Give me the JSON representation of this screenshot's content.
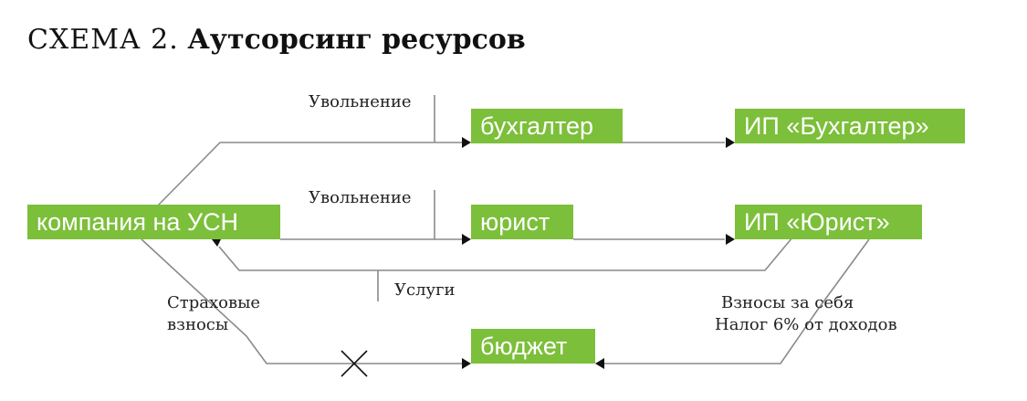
{
  "title": {
    "prefix": "СХЕМА 2.",
    "main": "Аутсорсинг ресурсов"
  },
  "nodes": {
    "company": "компания на УСН",
    "accountant": "бухгалтер",
    "ip_accountant": "ИП «Бухгалтер»",
    "lawyer": "юрист",
    "ip_lawyer": "ИП «Юрист»",
    "budget": "бюджет"
  },
  "labels": {
    "dismissal_top": "Увольнение",
    "dismissal_mid": "Увольнение",
    "services": "Услуги",
    "insurance_line1": "Страховые",
    "insurance_line2": "взносы",
    "self_contrib_line1": "Взносы за себя",
    "self_contrib_line2": "Налог 6% от доходов"
  },
  "colors": {
    "node_fill": "#7cbf3a",
    "node_text": "#ffffff",
    "line": "#8a8a8a",
    "arrow": "#111111"
  },
  "icons": {
    "crossed_link": "x-mark-icon"
  }
}
